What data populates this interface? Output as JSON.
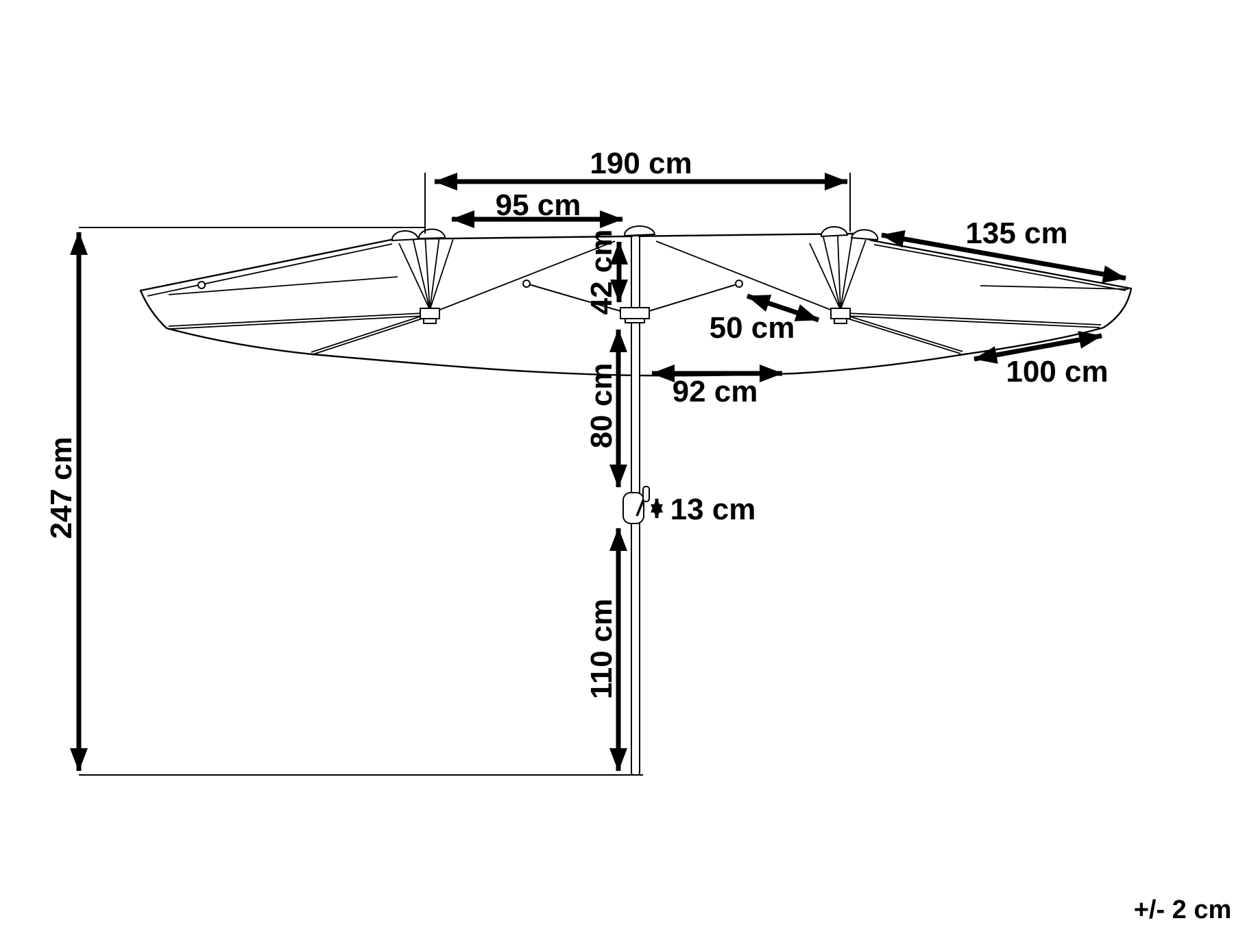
{
  "diagram": {
    "subject": "double-canopy parasol side view with dimensions",
    "unit": "cm",
    "colors": {
      "line": "#000000",
      "background": "#ffffff"
    },
    "dimensions": {
      "d190": "190 cm",
      "d95": "95 cm",
      "d42": "42 cm",
      "d80": "80 cm",
      "d13": "13 cm",
      "d110": "110 cm",
      "d247": "247 cm",
      "d135": "135 cm",
      "d100": "100 cm",
      "d50": "50 cm",
      "d92": "92 cm"
    },
    "tolerance": "+/- 2 cm"
  }
}
